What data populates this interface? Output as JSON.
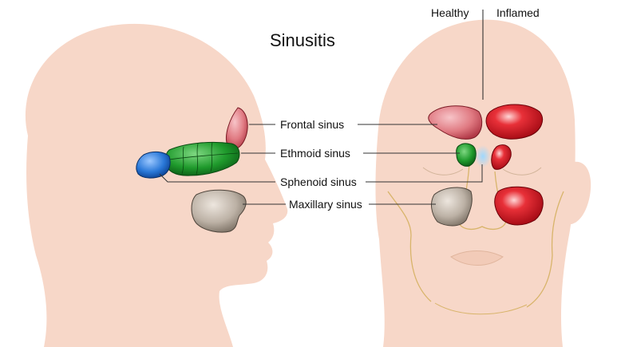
{
  "title": "Sinusitis",
  "legend": {
    "healthy": "Healthy",
    "inflamed": "Inflamed"
  },
  "labels": {
    "frontal": "Frontal sinus",
    "ethmoid": "Ethmoid sinus",
    "sphenoid": "Sphenoid sinus",
    "maxillary": "Maxillary sinus"
  },
  "colors": {
    "skin": "#f7d7c8",
    "frontal_healthy": "#e07a82",
    "inflamed": "#d4141f",
    "ethmoid": "#1f9a2c",
    "sphenoid": "#1a66c9",
    "maxillary": "#b9aea3",
    "face_line": "#d8b46a"
  }
}
